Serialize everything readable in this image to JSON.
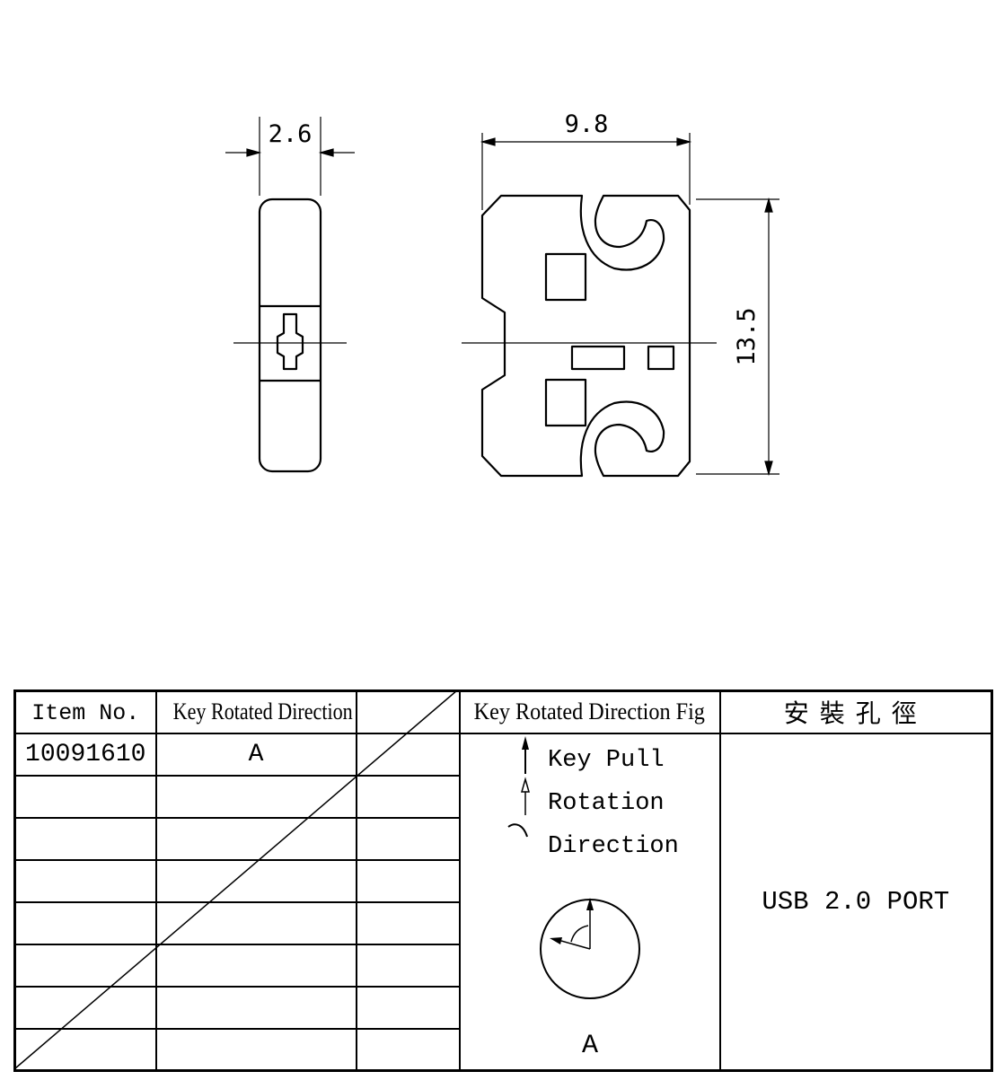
{
  "drawing": {
    "dim_side_width": "2.6",
    "dim_front_width": "9.8",
    "dim_front_height": "13.5"
  },
  "table": {
    "headers": {
      "item_no": "Item No.",
      "key_dir": "Key Rotated Direction",
      "key_dir_fig": "Key Rotated Direction Fig",
      "hole": "安裝孔徑"
    },
    "rows": [
      {
        "item_no": "10091610",
        "direction": "A"
      }
    ],
    "fig": {
      "key_pull": "Key Pull",
      "rotation": "Rotation",
      "direction": "Direction",
      "view_label": "A"
    },
    "port": "USB 2.0 PORT"
  }
}
